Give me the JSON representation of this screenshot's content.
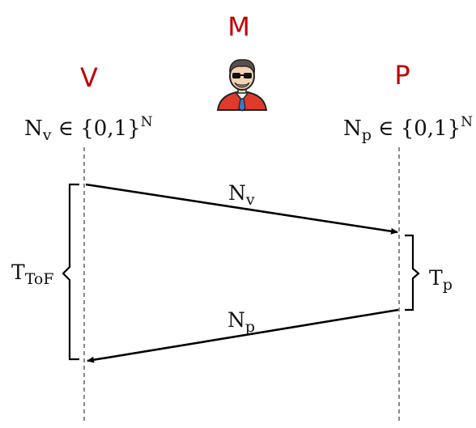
{
  "parties": {
    "verifier": "V",
    "attacker": "M",
    "prover": "P"
  },
  "icons": {
    "attacker_icon": "hacker-avatar-icon"
  },
  "nonces": {
    "verifier": {
      "symbol": "N",
      "subscript": "v",
      "set": " ∈ {0,1}",
      "superscript": "N"
    },
    "prover": {
      "symbol": "N",
      "subscript": "p",
      "set": " ∈ {0,1}",
      "superscript": "N"
    }
  },
  "messages": [
    {
      "symbol": "N",
      "subscript": "v",
      "from": "V",
      "to": "P"
    },
    {
      "symbol": "N",
      "subscript": "p",
      "from": "P",
      "to": "V"
    }
  ],
  "timings": {
    "time_of_flight": {
      "symbol": "T",
      "subscript": "ToF"
    },
    "processing": {
      "symbol": "T",
      "subscript": "p"
    }
  },
  "colors": {
    "party_label": "#c00000",
    "attacker_shirt": "#e03a2c",
    "attacker_tie": "#3a78c9",
    "line": "#000000"
  }
}
